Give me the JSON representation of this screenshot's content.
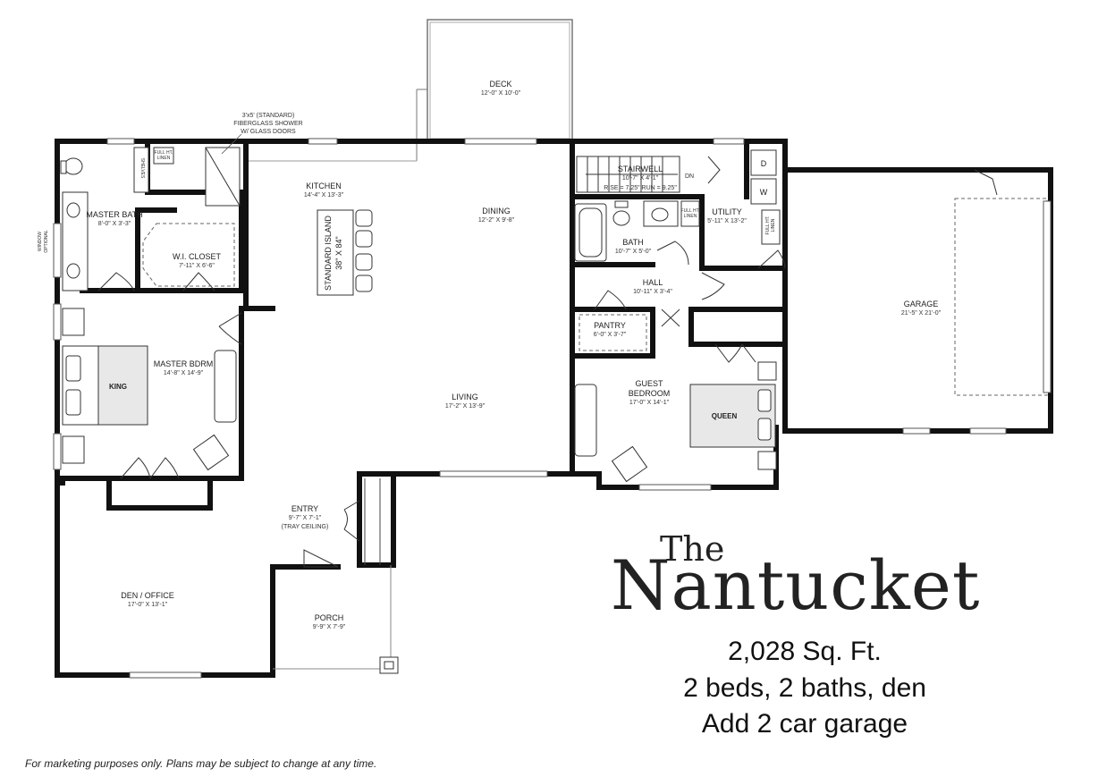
{
  "plan_name_prefix": "The",
  "plan_name": "Nantucket",
  "specs": {
    "sqft": "2,028 Sq. Ft.",
    "rooms": "2 beds, 2 baths, den",
    "garage": "Add 2 car garage"
  },
  "disclaimer": "For marketing purposes only. Plans may be subject to change at any time.",
  "rooms": {
    "deck": {
      "name": "DECK",
      "dims": "12'-0\" X 10'-0\""
    },
    "kitchen": {
      "name": "KITCHEN",
      "dims": "14'-4\" X 13'-3\""
    },
    "island": {
      "name": "STANDARD ISLAND",
      "dims": "38\" X 84\""
    },
    "dining": {
      "name": "DINING",
      "dims": "12'-2\" X 9'-8\""
    },
    "stairwell": {
      "name": "STAIRWELL",
      "dims": "10'-7\" X 4'-1\"",
      "rise_run": "RISE = 7.25\"   RUN = 9.25\"",
      "dn": "DN"
    },
    "bath": {
      "name": "BATH",
      "dims": "10'-7\" X 5'-0\""
    },
    "utility": {
      "name": "UTILITY",
      "dims": "5'-11\" X 13'-2\""
    },
    "hall": {
      "name": "HALL",
      "dims": "10'-11\" X 3'-4\""
    },
    "pantry": {
      "name": "PANTRY",
      "dims": "6'-0\" X 3'-7\""
    },
    "guest": {
      "name1": "GUEST",
      "name2": "BEDROOM",
      "dims": "17'-0\" X 14'-1\""
    },
    "garage": {
      "name": "GARAGE",
      "dims": "21'-5\" X 21'-0\""
    },
    "master_bath": {
      "name": "MASTER BATH",
      "dims": "8'-0\" X 3'-3\""
    },
    "wi_closet": {
      "name": "W.I. CLOSET",
      "dims": "7'-11\" X 6'-6\""
    },
    "master_bdrm": {
      "name": "MASTER BDRM",
      "dims": "14'-8\" X 14'-9\""
    },
    "living": {
      "name": "LIVING",
      "dims": "17'-2\" X 13'-9\""
    },
    "entry": {
      "name": "ENTRY",
      "dims": "9'-7\" X 7'-1\"",
      "note": "(TRAY CEILING)"
    },
    "den": {
      "name": "DEN / OFFICE",
      "dims": "17'-0\" X 13'-1\""
    },
    "porch": {
      "name": "PORCH",
      "dims": "9'-9\" X 7'-9\""
    }
  },
  "beds": {
    "king": "KING",
    "queen": "QUEEN"
  },
  "notes": {
    "shower_1": "3'x5' (STANDARD)",
    "shower_2": "FIBERGLASS SHOWER",
    "shower_3": "W/ GLASS DOORS",
    "shelves": "SHELVES",
    "linen_1": "FULL HT.",
    "linen_2": "LINEN",
    "window_1": "WINDOW",
    "window_2": "OPTIONAL",
    "washer": "W",
    "dryer": "D"
  }
}
